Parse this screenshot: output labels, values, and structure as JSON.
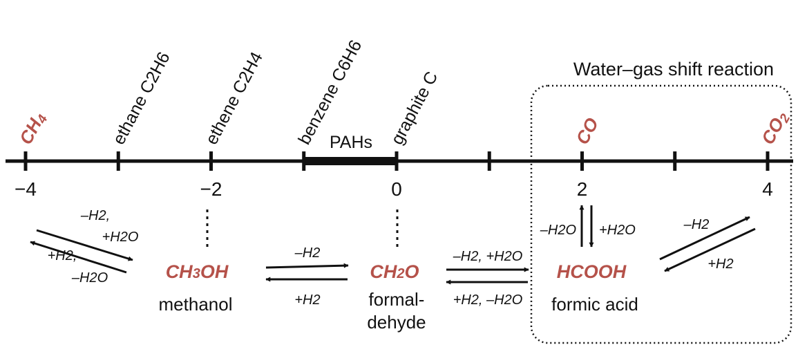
{
  "title": "Water–gas shift reaction",
  "colors": {
    "accent": "#b5524a",
    "ink": "#111111"
  },
  "axis": {
    "ticks": [
      {
        "value": -4,
        "label": "−4"
      },
      {
        "value": -3,
        "label": ""
      },
      {
        "value": -2,
        "label": "−2"
      },
      {
        "value": -1,
        "label": ""
      },
      {
        "value": 0,
        "label": "0"
      },
      {
        "value": 1,
        "label": ""
      },
      {
        "value": 2,
        "label": "2"
      },
      {
        "value": 3,
        "label": ""
      },
      {
        "value": 4,
        "label": "4"
      }
    ],
    "range_label": "PAHs"
  },
  "top_species": [
    {
      "value": -4,
      "label": "CH",
      "sub": "4",
      "accent": true
    },
    {
      "value": -3,
      "label": "ethane C2H6",
      "accent": false
    },
    {
      "value": -2,
      "label": "ethene C2H4",
      "accent": false
    },
    {
      "value": -1,
      "label": "benzene C6H6",
      "accent": false
    },
    {
      "value": 0,
      "label": "graphite C",
      "accent": false
    },
    {
      "value": 2,
      "label": "CO",
      "accent": true
    },
    {
      "value": 4,
      "label": "CO",
      "sub": "2",
      "accent": true
    }
  ],
  "bottom_species": [
    {
      "formula": "CH3OH",
      "name": [
        "methanol"
      ]
    },
    {
      "formula": "CH2O",
      "name": [
        "formal-",
        "dehyde"
      ]
    },
    {
      "formula": "HCOOH",
      "name": [
        "formic acid"
      ]
    }
  ],
  "reactions": {
    "r1_forward": [
      "–H2,",
      "+H2O"
    ],
    "r1_reverse": [
      "+H2,",
      "–H2O"
    ],
    "r2_forward": "–H2",
    "r2_reverse": "+H2",
    "r3_forward": "–H2, +H2O",
    "r3_reverse": "+H2, –H2O",
    "r4_up": "–H2O",
    "r4_down": "+H2O",
    "r5_forward": "–H2",
    "r5_reverse": "+H2"
  }
}
